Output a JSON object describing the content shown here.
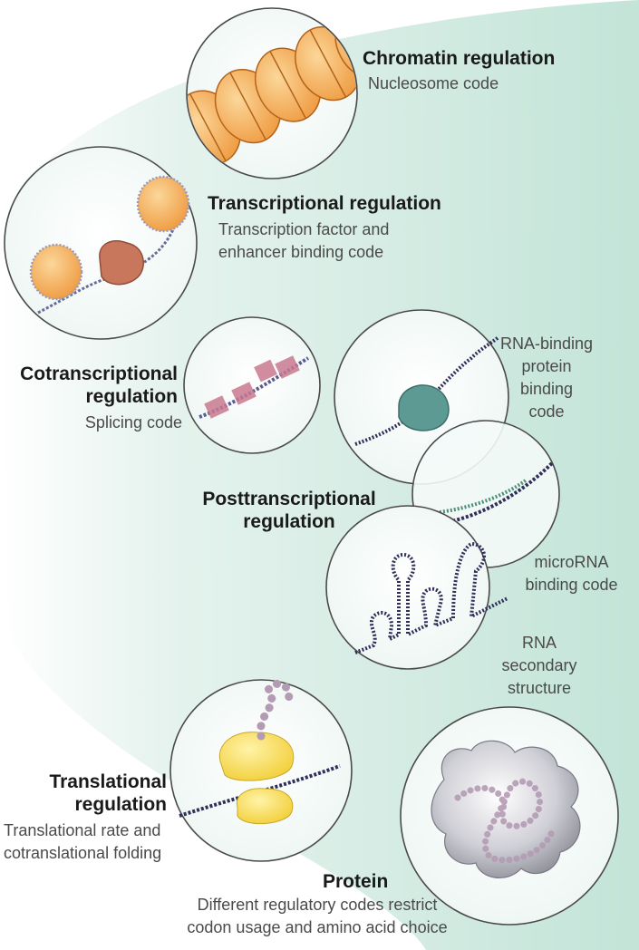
{
  "colors": {
    "band": "#c8e6dc",
    "circle_fill": "#f6fbfa",
    "circle_stroke": "#4a4a4a",
    "nucleosome": "#f2a24e",
    "dna_blue": "#5a5c8f",
    "exon_pink": "#c9788f",
    "rbp_teal": "#5e9a94",
    "mirna_green": "#4f8f7a",
    "ribosome_yellow": "#f6d648",
    "peptide_lilac": "#b49bb4",
    "protein_grey": "#bfbfc6"
  },
  "icons": [
    "chromatin-fiber-icon",
    "nucleosome-icon",
    "transcription-factor-icon",
    "exon-block-icon",
    "rna-binding-protein-icon",
    "microrna-duplex-icon",
    "rna-hairpin-icon",
    "ribosome-icon",
    "peptide-chain-icon",
    "folded-protein-icon"
  ],
  "labels": {
    "chromatin": {
      "title": "Chromatin regulation",
      "sub": "Nucleosome code"
    },
    "transcriptional": {
      "title": "Transcriptional regulation",
      "sub1": "Transcription factor and",
      "sub2": "enhancer binding code"
    },
    "cotranscriptional": {
      "title1": "Cotranscriptional",
      "title2": "regulation",
      "sub": "Splicing code"
    },
    "rbp": {
      "l1": "RNA-binding",
      "l2": "protein",
      "l3": "binding",
      "l4": "code"
    },
    "posttranscriptional": {
      "title1": "Posttranscriptional",
      "title2": "regulation"
    },
    "microrna": {
      "l1": "microRNA",
      "l2": "binding code"
    },
    "secondary": {
      "l1": "RNA",
      "l2": "secondary",
      "l3": "structure"
    },
    "translational": {
      "title1": "Translational",
      "title2": "regulation",
      "sub1": "Translational rate and",
      "sub2": "cotranslational folding"
    },
    "protein": {
      "title": "Protein",
      "sub1": "Different regulatory codes restrict",
      "sub2": "codon usage and amino acid choice"
    }
  }
}
